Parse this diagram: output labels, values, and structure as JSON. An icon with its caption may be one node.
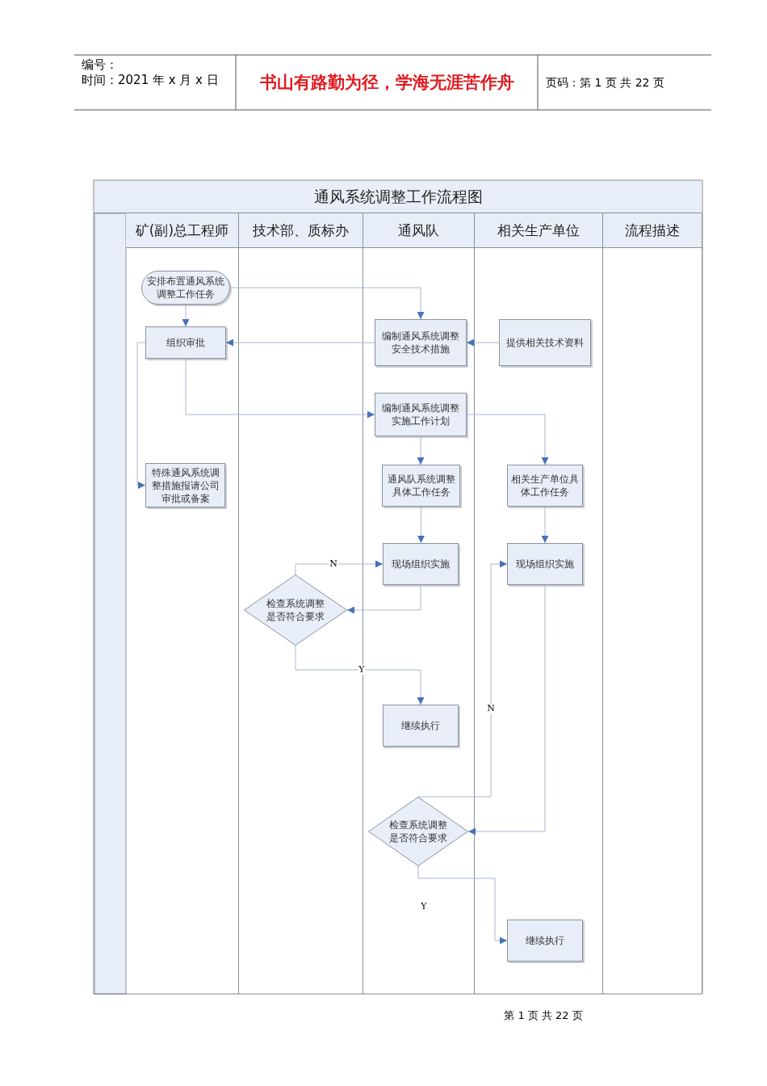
{
  "diagram": {
    "title": "通风系统调整工作流程图",
    "nodes": [
      {
        "text": [
          "矿(副)总工程师"
        ]
      },
      {
        "text": [
          "技术部、质标办"
        ]
      },
      {
        "text": [
          "通风队"
        ]
      },
      {
        "text": [
          "相关生产单位"
        ]
      },
      {
        "text": [
          "流程描述"
        ]
      },
      {
        "text": [
          "安排布置通风系统调整工作任务"
        ],
        "in": 0
      },
      {
        "text": [
          "组织审批"
        ],
        "in": 0
      },
      {
        "text": [
          "编制通风系统调整安全技术措施"
        ],
        "in": 2
      },
      {
        "text": [
          "提供相关技术资料"
        ],
        "in": 3
      },
      {
        "text": [
          "编制通风系统调整实施工作计划"
        ],
        "in": 2
      },
      {
        "text": [
          "特殊通风系统调整措施报请公司审批或备案"
        ],
        "in": 0
      },
      {
        "text": [
          "通风队系统调整具体工作任务"
        ],
        "in": 2
      },
      {
        "text": [
          "相关生产单位具体工作任务"
        ],
        "in": 3
      },
      {
        "text": [
          "现场组织实施"
        ],
        "in": 2
      },
      {
        "text": [
          "检查系统调整是否符合要求"
        ],
        "in": 1
      },
      {
        "text": [
          "继续执行"
        ],
        "in": 2
      },
      {
        "text": [
          "现场组织实施"
        ],
        "in": 3
      },
      {
        "text": [
          "检查系统调整是否符合要求"
        ],
        "in": 2
      },
      {
        "text": [
          "继续执行"
        ],
        "in": 3
      }
    ],
    "edges": [
      {
        "from": 5,
        "to": 7,
        "arrow": "to"
      },
      {
        "from": 5,
        "to": 6,
        "arrow": "to"
      },
      {
        "from": 7,
        "to": 6,
        "arrow": "to"
      },
      {
        "from": 8,
        "to": 7,
        "arrow": "to"
      },
      {
        "from": 6,
        "to": 9,
        "arrow": "to"
      },
      {
        "from": 6,
        "to": 10,
        "arrow": "to"
      },
      {
        "from": 9,
        "to": 11,
        "arrow": "to"
      },
      {
        "from": 9,
        "to": 12,
        "arrow": "to"
      },
      {
        "from": 11,
        "to": 13,
        "arrow": "to"
      },
      {
        "from": 12,
        "to": 16,
        "arrow": "to"
      },
      {
        "from": 13,
        "to": 14,
        "arrow": "to"
      },
      {
        "from": 14,
        "to": 13,
        "arrow": "to",
        "label": "N"
      },
      {
        "from": 14,
        "to": 15,
        "arrow": "to",
        "label": "Y"
      },
      {
        "from": 16,
        "to": 17,
        "arrow": "to"
      },
      {
        "from": 17,
        "to": 16,
        "arrow": "to",
        "label": "N"
      },
      {
        "from": 17,
        "to": 18,
        "arrow": "to",
        "label": "Y"
      }
    ],
    "labels": [
      "编号：",
      "时间：2021 年 x 月 x 日",
      "书山有路勤为径，学海无涯苦作舟",
      "页码：第 1 页 共 22 页",
      "第 1 页 共 22 页"
    ]
  }
}
